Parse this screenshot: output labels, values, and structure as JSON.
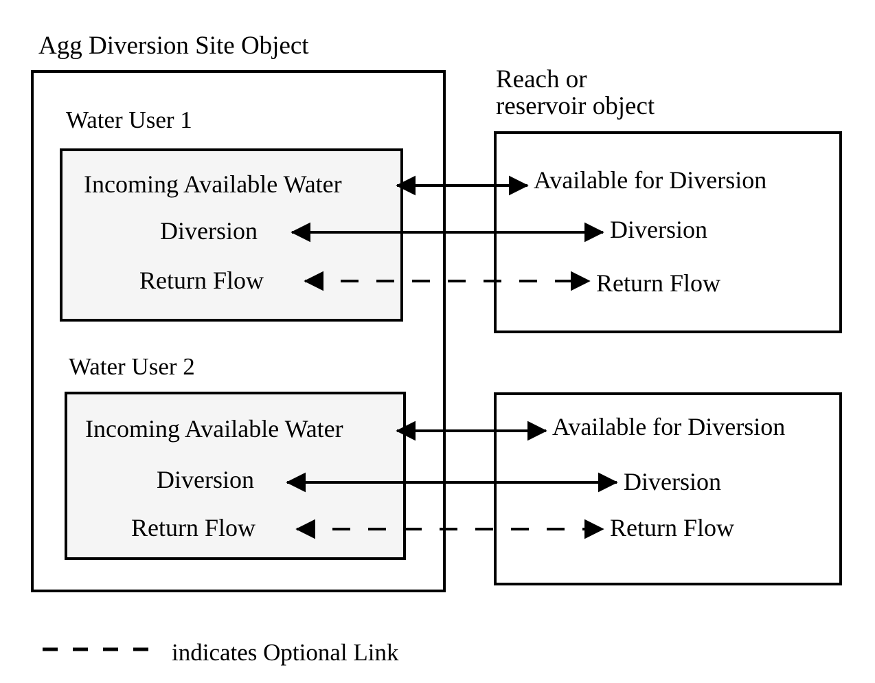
{
  "diagram": {
    "title": "Agg Diversion Site Object",
    "right_object_label_line1": "Reach or",
    "right_object_label_line2": "reservoir object",
    "colors": {
      "stroke": "#000000",
      "inner_fill": "#f5f5f5",
      "background": "#ffffff"
    },
    "groups": [
      {
        "name": "Water User 1",
        "items": [
          {
            "label": "Incoming Available Water",
            "link": "solid",
            "arrow": "double"
          },
          {
            "label": "Diversion",
            "link": "solid",
            "arrow": "double"
          },
          {
            "label": "Return Flow",
            "link": "dashed",
            "arrow": "double"
          }
        ]
      },
      {
        "name": "Water User 2",
        "items": [
          {
            "label": "Incoming Available Water",
            "link": "solid",
            "arrow": "double"
          },
          {
            "label": "Diversion",
            "link": "solid",
            "arrow": "double"
          },
          {
            "label": "Return Flow",
            "link": "dashed",
            "arrow": "double"
          }
        ]
      }
    ],
    "right_boxes": [
      {
        "items": [
          {
            "label": "Available for Diversion"
          },
          {
            "label": "Diversion"
          },
          {
            "label": "Return Flow"
          }
        ]
      },
      {
        "items": [
          {
            "label": "Available for Diversion"
          },
          {
            "label": "Diversion"
          },
          {
            "label": "Return Flow"
          }
        ]
      }
    ],
    "legend": {
      "text": "indicates Optional Link",
      "line_style": "dashed"
    }
  }
}
